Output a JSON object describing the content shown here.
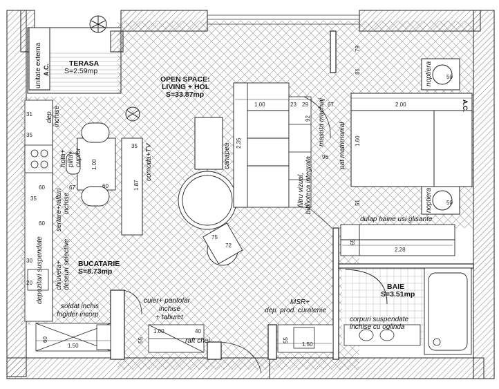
{
  "rooms": {
    "terasa": {
      "name": "TERASA",
      "area": "S=2.59mp"
    },
    "openspace": {
      "name1": "OPEN SPACE:",
      "name2": "LIVING + HOL",
      "area": "S=33.87mp"
    },
    "bucatarie": {
      "name": "BUCATARIE",
      "area": "S=8.73mp"
    },
    "baie": {
      "name": "BAIE",
      "area": "S=3.51mp"
    }
  },
  "labels": {
    "unitate_ext1": "unitate externa",
    "unitate_ext2": "A.C.",
    "dep_inchise1": "dep.",
    "dep_inchise2": "inchise",
    "hota1": "hota+",
    "hota2": "plita+",
    "hota3": "cuptor",
    "sertare1": "sertare+rafturi",
    "sertare2": "inchise",
    "chiuveta1": "chiuveta+",
    "chiuveta2": "deseuri selective",
    "depozitari": "depozitari suspendate",
    "soldat1": "soldat inchis",
    "soldat2": "frigider incorp.",
    "comoda": "comoda+TV",
    "canapea": "canapea",
    "filtru1": "filtru vizual,",
    "filtru2": "biblioteca integrata",
    "masuta": "masuta machiaj",
    "pat": "pat matrimonial",
    "noptiera_top": "noptiera",
    "noptiera_bottom": "noptiera",
    "ac_right": "A.C.",
    "dulap": "dulap haine usi glisante",
    "cuier1": "cuier+ pantofar",
    "cuier2": "inchise",
    "cuier3": "+ taburet",
    "raft": "raft chei",
    "msr1": "MSR+",
    "msr2": "dep. prod. curatenie",
    "corpuri1": "corpuri suspendate",
    "corpuri2": "inchise cu oglinda"
  },
  "dimensions": {
    "d_100_sofa": "1.00",
    "d_23": "23",
    "d_29": "29",
    "d_67": "67",
    "d_200": "2.00",
    "d_235": "2.35",
    "d_92": "92",
    "d_96": "96",
    "d_160": "1.60",
    "d_81": "81",
    "d_51": "51",
    "d_79": "79",
    "d_50a": "50",
    "d_50b": "50",
    "d_72": "72",
    "d_75": "75",
    "d_35": "35",
    "d_100_table": "1.00",
    "d_60_table": "60",
    "d_67_table": "67",
    "d_187": "1.87",
    "d_228": "2.28",
    "d_65": "65",
    "d_150_left": "1.50",
    "d_60_left": "60",
    "d_100_cuier": "1.00",
    "d_40": "40",
    "d_55": "55",
    "d_55b": "55",
    "d_150_msr": "1.50",
    "k_31": "31",
    "k_35": "35",
    "k_60a": "60",
    "k_60b": "60",
    "k_35b": "35",
    "k_30": "30",
    "k_20": "20"
  }
}
